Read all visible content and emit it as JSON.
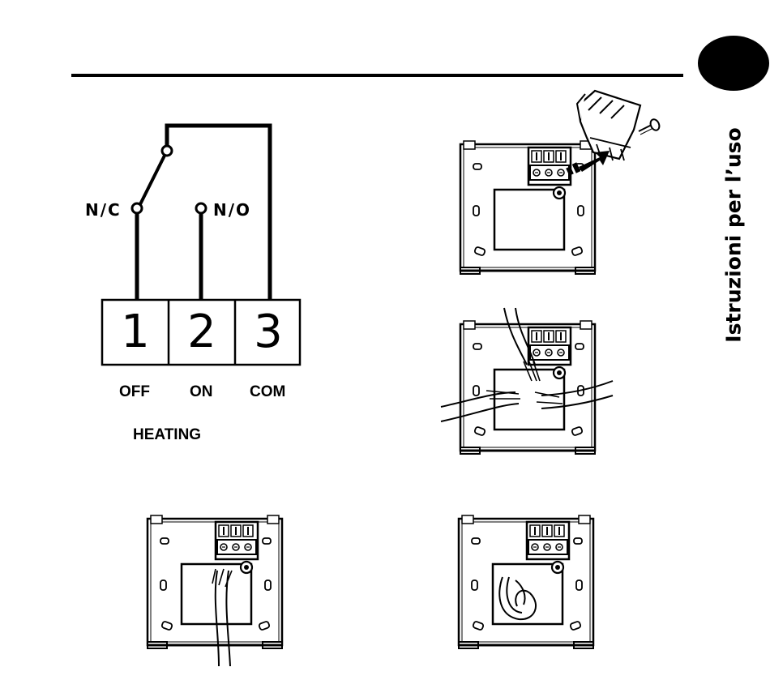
{
  "side_title": "Istruzioni per l’uso",
  "switch": {
    "nc_label": "N/C",
    "no_label": "N/O"
  },
  "terminals": [
    {
      "number": "1",
      "label": "OFF"
    },
    {
      "number": "2",
      "label": "ON"
    },
    {
      "number": "3",
      "label": "COM"
    }
  ],
  "group_label": "HEATING"
}
